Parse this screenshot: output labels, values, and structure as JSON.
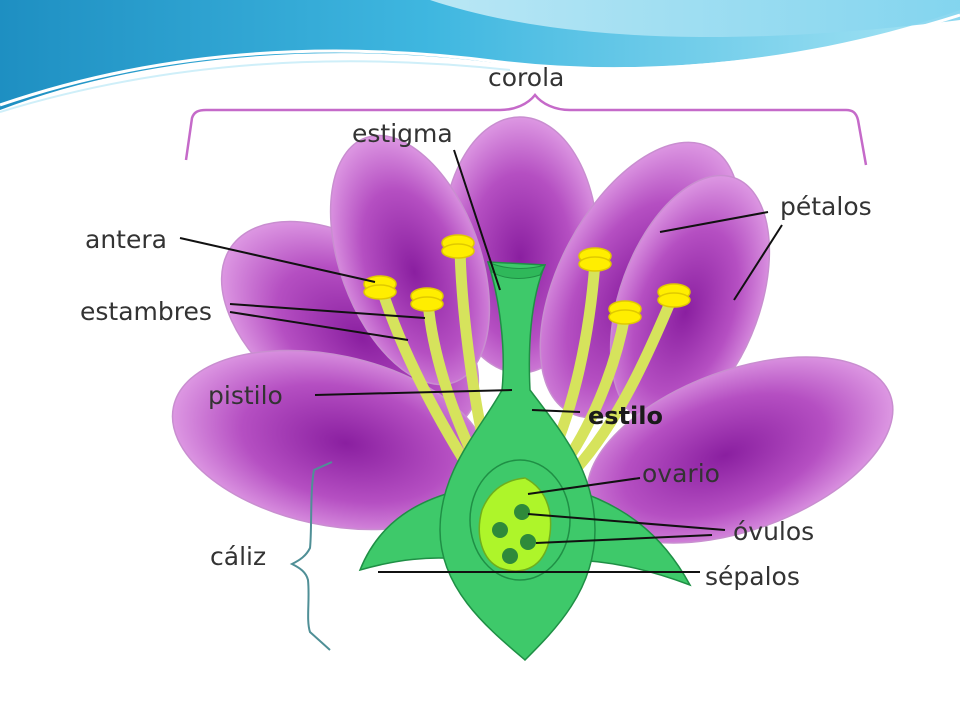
{
  "diagram": {
    "labels": {
      "corola": "corola",
      "estigma": "estigma",
      "antera": "antera",
      "estambres": "estambres",
      "pistilo": "pistilo",
      "caliz": "cáliz",
      "petalos": "pétalos",
      "estilo": "estilo",
      "ovario": "ovario",
      "ovulos": "óvulos",
      "sepalos": "sépalos"
    },
    "colors": {
      "header_wave": "#2aa6d6",
      "petal": "#b54fc2",
      "stamen": "#d6e35c",
      "anther": "#ffee00",
      "pistil": "#3ec96a",
      "ovary": "#aef52a",
      "ovule": "#2e8a3a",
      "brace": "#c56ac9",
      "caliz_brace": "#4f8f96"
    }
  }
}
